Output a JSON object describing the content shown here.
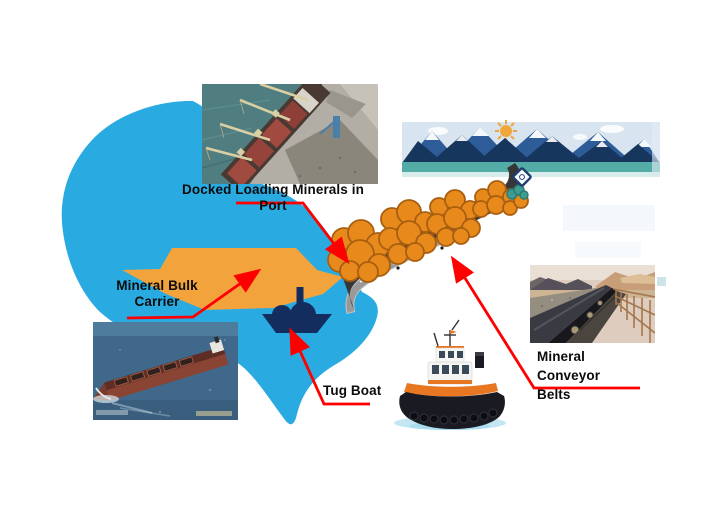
{
  "labels": {
    "docked_port": {
      "line1": "Docked Loading Minerals in",
      "line2": "Port"
    },
    "bulk_carrier": {
      "line1": "Mineral Bulk",
      "line2": "Carrier"
    },
    "tug_boat": {
      "text": "Tug Boat"
    },
    "conveyor_belts": {
      "line1": "Mineral",
      "line2": "Conveyor",
      "line3": "Belts"
    }
  },
  "colors": {
    "sea_blob_blue": "#29ABE2",
    "carrier_orange": "#F2A33C",
    "tug_icon_navy": "#132E5E",
    "arrow_red": "#FF0000",
    "road_dark_gray": "#373737",
    "mineral_pile_orange": "#E8891C",
    "mountain_navy": "#16365E",
    "mountain_blue": "#2E5C99",
    "shore_teal": "#54ACA6"
  },
  "icons": [
    "sea-blob",
    "mineral-bulk-carrier-shape",
    "tug-boat-icon",
    "conveyor-road",
    "mineral-piles",
    "road-sign-icon",
    "mountain-scene",
    "sun-icon",
    "docked-ship-photo",
    "bulk-carrier-photo",
    "conveyor-belt-photo",
    "tug-boat-illustration"
  ]
}
